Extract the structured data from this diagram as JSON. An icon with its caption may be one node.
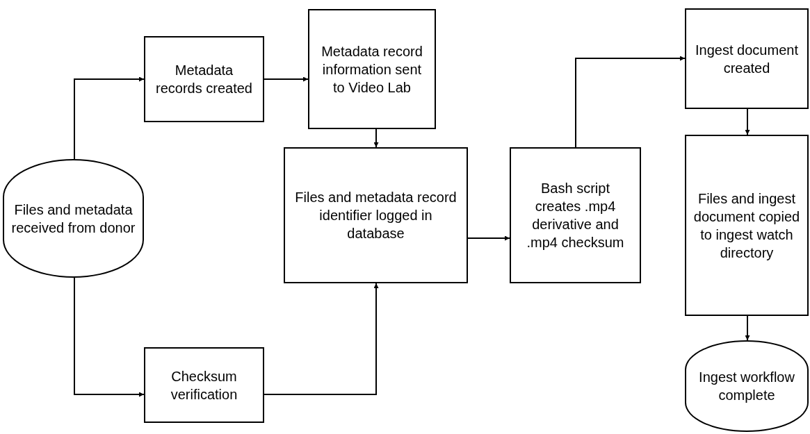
{
  "diagram": {
    "nodes": [
      {
        "text": [
          "Files and metadata received from donor"
        ]
      },
      {
        "text": [
          "Metadata records created"
        ]
      },
      {
        "text": [
          "Metadata record information sent to Video Lab"
        ]
      },
      {
        "text": [
          "Files and metadata record identifier logged in database"
        ]
      },
      {
        "text": [
          "Checksum verification"
        ]
      },
      {
        "text": [
          "Bash script creates .mp4 derivative and .mp4 checksum"
        ]
      },
      {
        "text": [
          "Ingest document created"
        ]
      },
      {
        "text": [
          "Files and ingest document copied to ingest watch directory"
        ]
      },
      {
        "text": [
          "Ingest workflow complete"
        ]
      }
    ],
    "edges": [
      {
        "from": 0,
        "to": 1,
        "arrow": "to"
      },
      {
        "from": 0,
        "to": 4,
        "arrow": "to"
      },
      {
        "from": 1,
        "to": 2,
        "arrow": "to"
      },
      {
        "from": 2,
        "to": 3,
        "arrow": "to"
      },
      {
        "from": 4,
        "to": 3,
        "arrow": "to"
      },
      {
        "from": 3,
        "to": 5,
        "arrow": "to"
      },
      {
        "from": 5,
        "to": 6,
        "arrow": "to"
      },
      {
        "from": 6,
        "to": 7,
        "arrow": "to"
      },
      {
        "from": 7,
        "to": 8,
        "arrow": "to"
      }
    ]
  }
}
